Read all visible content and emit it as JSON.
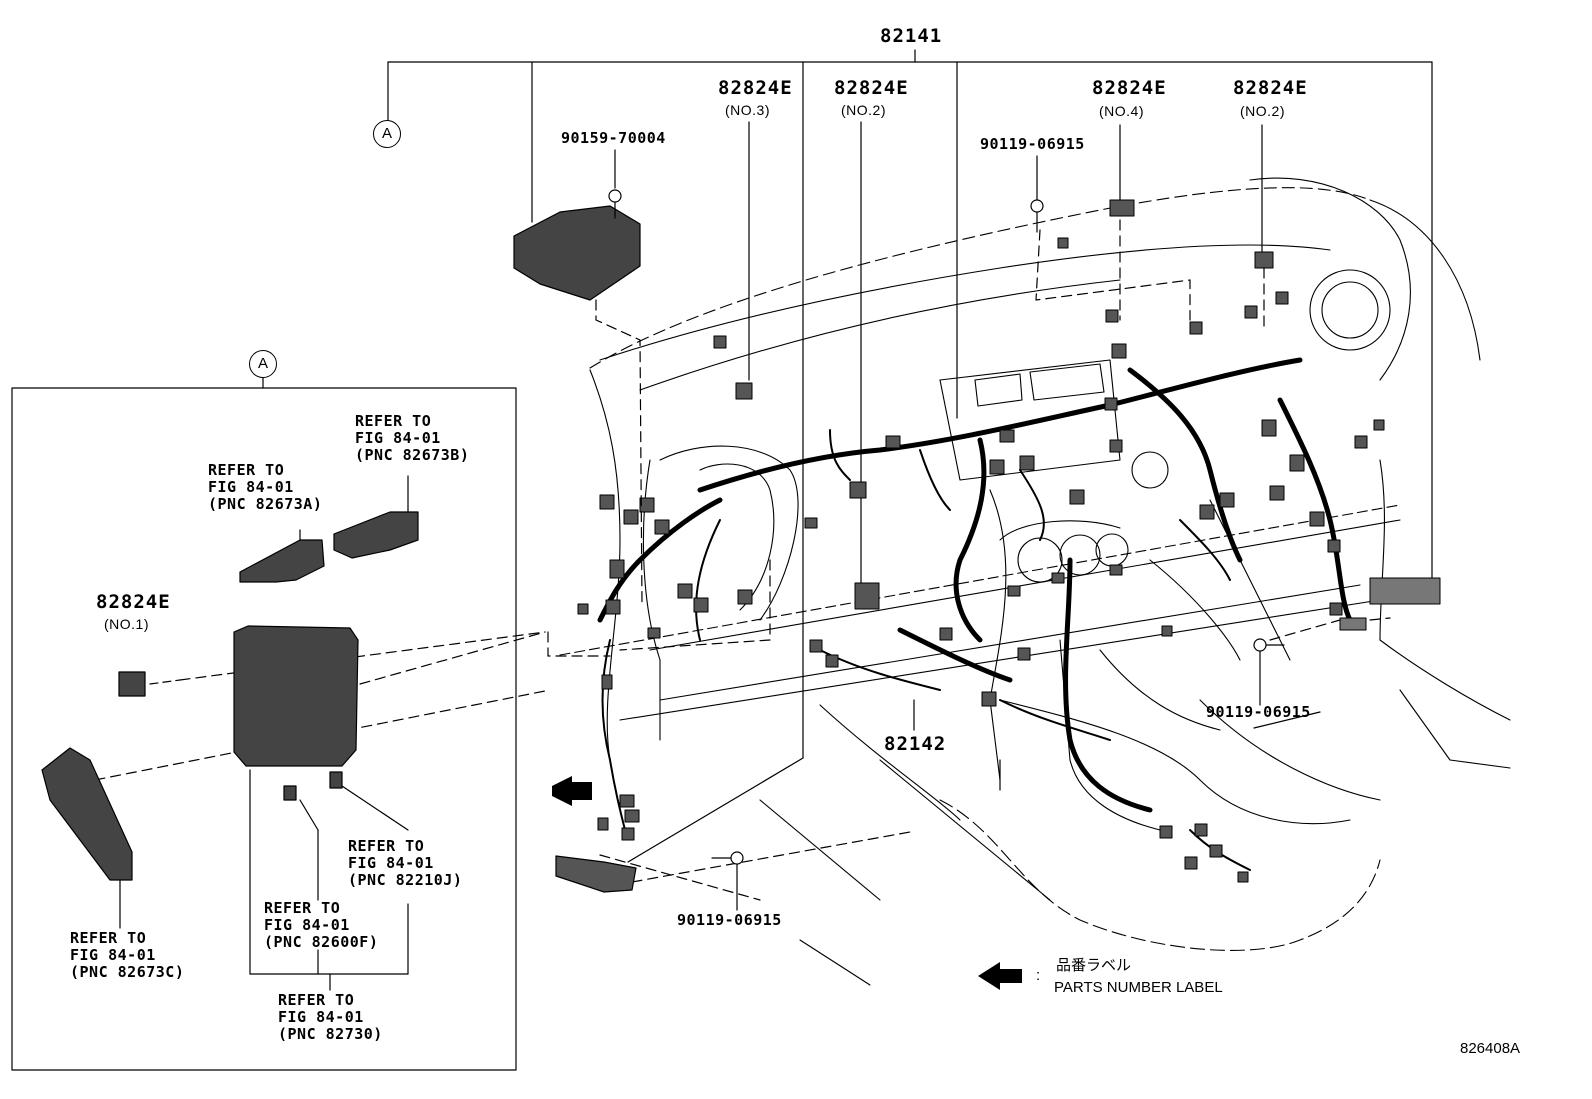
{
  "diagram": {
    "callouts": {
      "main_part": "82141",
      "clip_no3": "82824E",
      "clip_no3_sub": "(NO.3)",
      "clip_no2a": "82824E",
      "clip_no2a_sub": "(NO.2)",
      "clip_no4": "82824E",
      "clip_no4_sub": "(NO.4)",
      "clip_no2b": "82824E",
      "clip_no2b_sub": "(NO.2)",
      "clip_no1": "82824E",
      "clip_no1_sub": "(NO.1)",
      "bolt_top": "90159-70004",
      "bolt_center": "90119-06915",
      "bolt_right": "90119-06915",
      "bolt_bottom": "90119-06915",
      "sub_harness": "82142"
    },
    "refs": {
      "ref_b": [
        "REFER TO",
        "FIG 84-01",
        "(PNC 82673B)"
      ],
      "ref_a": [
        "REFER TO",
        "FIG 84-01",
        "(PNC 82673A)"
      ],
      "ref_j": [
        "REFER TO",
        "FIG 84-01",
        "(PNC 82210J)"
      ],
      "ref_f": [
        "REFER TO",
        "FIG 84-01",
        "(PNC 82600F)"
      ],
      "ref_c": [
        "REFER TO",
        "FIG 84-01",
        "(PNC 82673C)"
      ],
      "ref_730": [
        "REFER TO",
        "FIG 84-01",
        "(PNC 82730)"
      ]
    },
    "marker": "A",
    "legend": {
      "jp": "品番ラベル",
      "en": "PARTS NUMBER LABEL",
      "colon": ":"
    },
    "figure_code": "826408A"
  }
}
